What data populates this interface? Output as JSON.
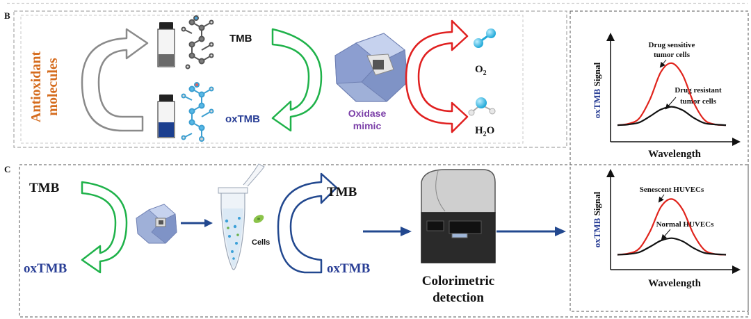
{
  "colors": {
    "green": "#1fb24a",
    "red": "#e02020",
    "navy": "#22488f",
    "orange": "#d56c1e",
    "purple": "#7b3fa8",
    "blue_text": "#2a3f96",
    "gray_arrow": "#8a8a8a",
    "dash": "#9a9a9a",
    "curve_red": "#e0231b",
    "curve_black": "#111111"
  },
  "panel_b": {
    "label": "B",
    "antioxidant": "Antioxidant molecules",
    "antioxidant_line1": "Antioxidant",
    "antioxidant_line2": "molecules",
    "tmb": "TMB",
    "oxtmb": "oxTMB",
    "oxidase_line1": "Oxidase",
    "oxidase_line2": "mimic",
    "o2_base": "O",
    "o2_sub": "2",
    "h2o_base": "H",
    "h2o_sub": "2",
    "h2o_tail": "O"
  },
  "panel_c": {
    "label": "C",
    "tmb_left": "TMB",
    "oxtmb_left": "oxTMB",
    "cells": "Cells",
    "tmb_right": "TMB",
    "oxtmb_right": "oxTMB",
    "colorimetric_line1": "Colorimetric",
    "colorimetric_line2": "detection"
  },
  "chart_top": {
    "ylabel_blue": "oxTMB",
    "ylabel_rest": " Signal",
    "xlabel": "Wavelength",
    "series": [
      {
        "name": "Drug sensitive tumor cells",
        "line1": "Drug sensitive",
        "line2": "tumor cells",
        "color": "red"
      },
      {
        "name": "Drug resistant tumor cells",
        "line1": "Drug resistant",
        "line2": "tumor cells",
        "color": "black"
      }
    ]
  },
  "chart_bottom": {
    "ylabel_blue": "oxTMB",
    "ylabel_rest": " Signal",
    "xlabel": "Wavelength",
    "series": [
      {
        "name": "Senescent HUVECs",
        "line1": "Senescent HUVECs",
        "color": "red"
      },
      {
        "name": "Normal HUVECs",
        "line1": "Normal HUVECs",
        "color": "black"
      }
    ]
  },
  "chart_data": [
    {
      "type": "line",
      "xlabel": "Wavelength",
      "ylabel": "oxTMB Signal",
      "grid": false,
      "x": [
        0,
        1,
        2,
        3,
        4,
        5,
        6,
        7,
        8,
        9,
        10
      ],
      "series": [
        {
          "name": "Drug sensitive tumor cells",
          "values": [
            0.04,
            0.06,
            0.14,
            0.42,
            0.82,
            0.95,
            0.78,
            0.38,
            0.12,
            0.05,
            0.04
          ]
        },
        {
          "name": "Drug resistant tumor cells",
          "values": [
            0.04,
            0.05,
            0.08,
            0.17,
            0.27,
            0.31,
            0.26,
            0.15,
            0.07,
            0.05,
            0.04
          ]
        }
      ]
    },
    {
      "type": "line",
      "xlabel": "Wavelength",
      "ylabel": "oxTMB Signal",
      "grid": false,
      "x": [
        0,
        1,
        2,
        3,
        4,
        5,
        6,
        7,
        8,
        9,
        10
      ],
      "series": [
        {
          "name": "Senescent HUVECs",
          "values": [
            0.04,
            0.06,
            0.14,
            0.42,
            0.82,
            0.95,
            0.78,
            0.38,
            0.12,
            0.05,
            0.04
          ]
        },
        {
          "name": "Normal HUVECs",
          "values": [
            0.04,
            0.05,
            0.08,
            0.17,
            0.27,
            0.31,
            0.26,
            0.15,
            0.07,
            0.05,
            0.04
          ]
        }
      ]
    }
  ]
}
